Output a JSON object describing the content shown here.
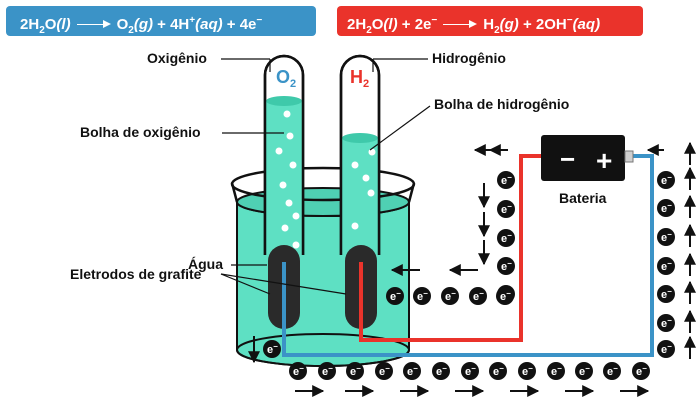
{
  "equations": {
    "oxidation": {
      "c1": "2H",
      "s1": "2",
      "c2": "O",
      "t1": "(l)",
      "c3": "O",
      "s2": "2",
      "t2": "(g)",
      "c4": " + 4H",
      "sup1": "+",
      "t3": "(aq)",
      "c5": " + 4e",
      "sup2": "−"
    },
    "reduction": {
      "c1": "2H",
      "s1": "2",
      "c2": "O",
      "t1": "(l)",
      "c3": " + 2e",
      "sup1": "−",
      "c4": "H",
      "s2": "2",
      "t2": "(g)",
      "c5": " + 2OH",
      "sup2": "−",
      "t3": "(aq)"
    }
  },
  "tubes": {
    "left_gas": "O",
    "left_sub": "2",
    "right_gas": "H",
    "right_sub": "2"
  },
  "labels": {
    "oxygen": "Oxigênio",
    "oxygen_bubble": "Bolha de oxigênio",
    "water": "Água",
    "electrodes": "Eletrodos de grafite",
    "hydrogen": "Hidrogênio",
    "hydrogen_bubble": "Bolha de  hidrogênio",
    "battery": "Bateria"
  },
  "battery": {
    "minus": "−",
    "plus": "+"
  },
  "electron": "e",
  "colors": {
    "oxidation_box": "#3b93c7",
    "reduction_box": "#ea332b",
    "water": "#5ee0c3",
    "wire_negative": "#ea332b",
    "wire_positive": "#3b93c7"
  }
}
